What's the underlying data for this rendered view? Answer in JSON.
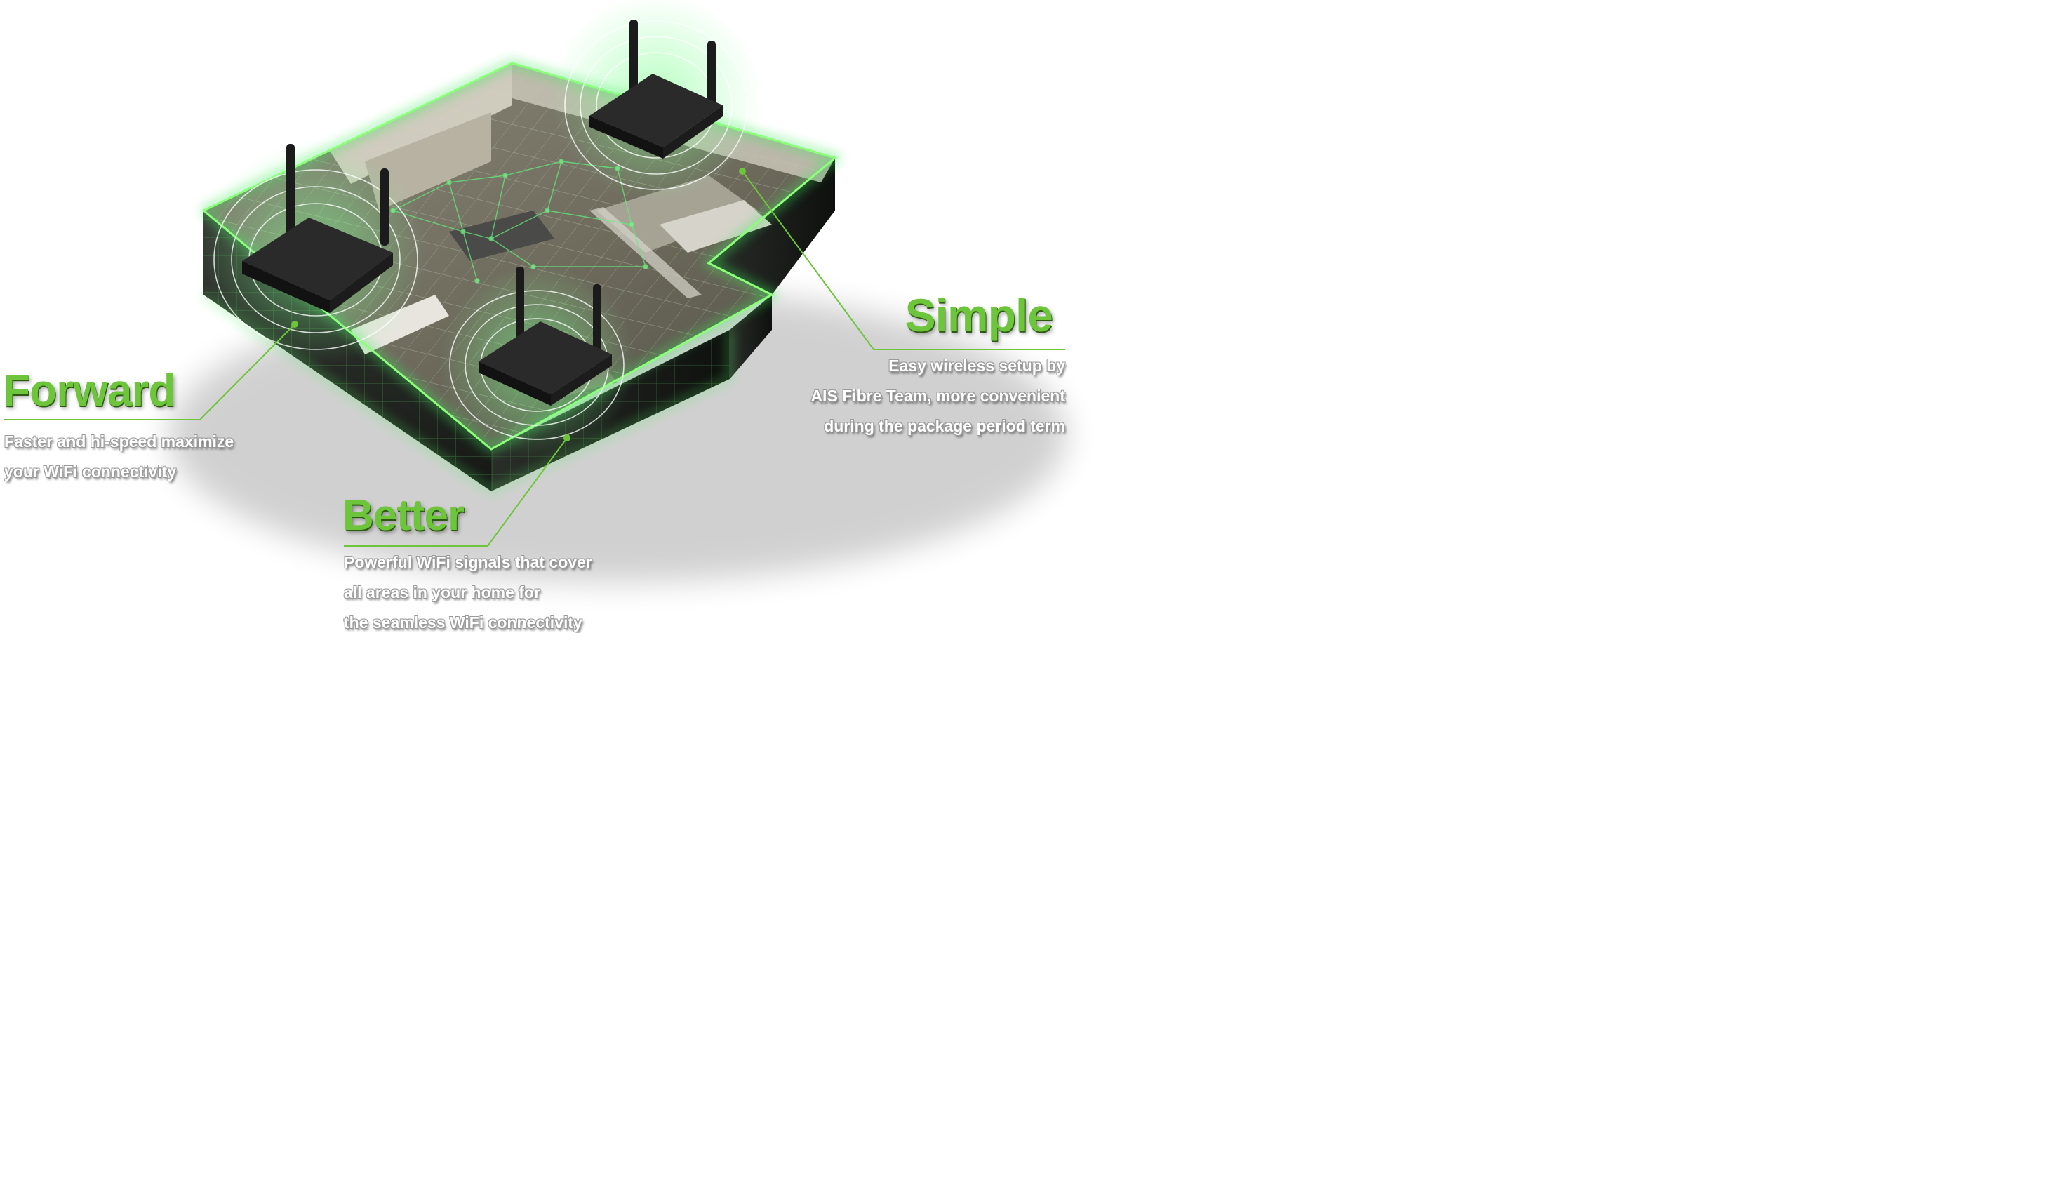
{
  "colors": {
    "accent_green": "#6cc53a",
    "glow_green": "#3ee85a",
    "text_white": "#ffffff"
  },
  "features": {
    "forward": {
      "title": "Forward",
      "lines": [
        "Faster and hi-speed maximize",
        "your WiFi connectivity"
      ]
    },
    "better": {
      "title": "Better",
      "lines": [
        "Powerful WiFi signals that cover",
        "all areas in your home for",
        "the seamless WiFi connectivity"
      ]
    },
    "simple": {
      "title": "Simple",
      "lines": [
        "Easy wireless setup by",
        "AIS Fibre Team, more convenient",
        "during the package period term"
      ]
    }
  }
}
